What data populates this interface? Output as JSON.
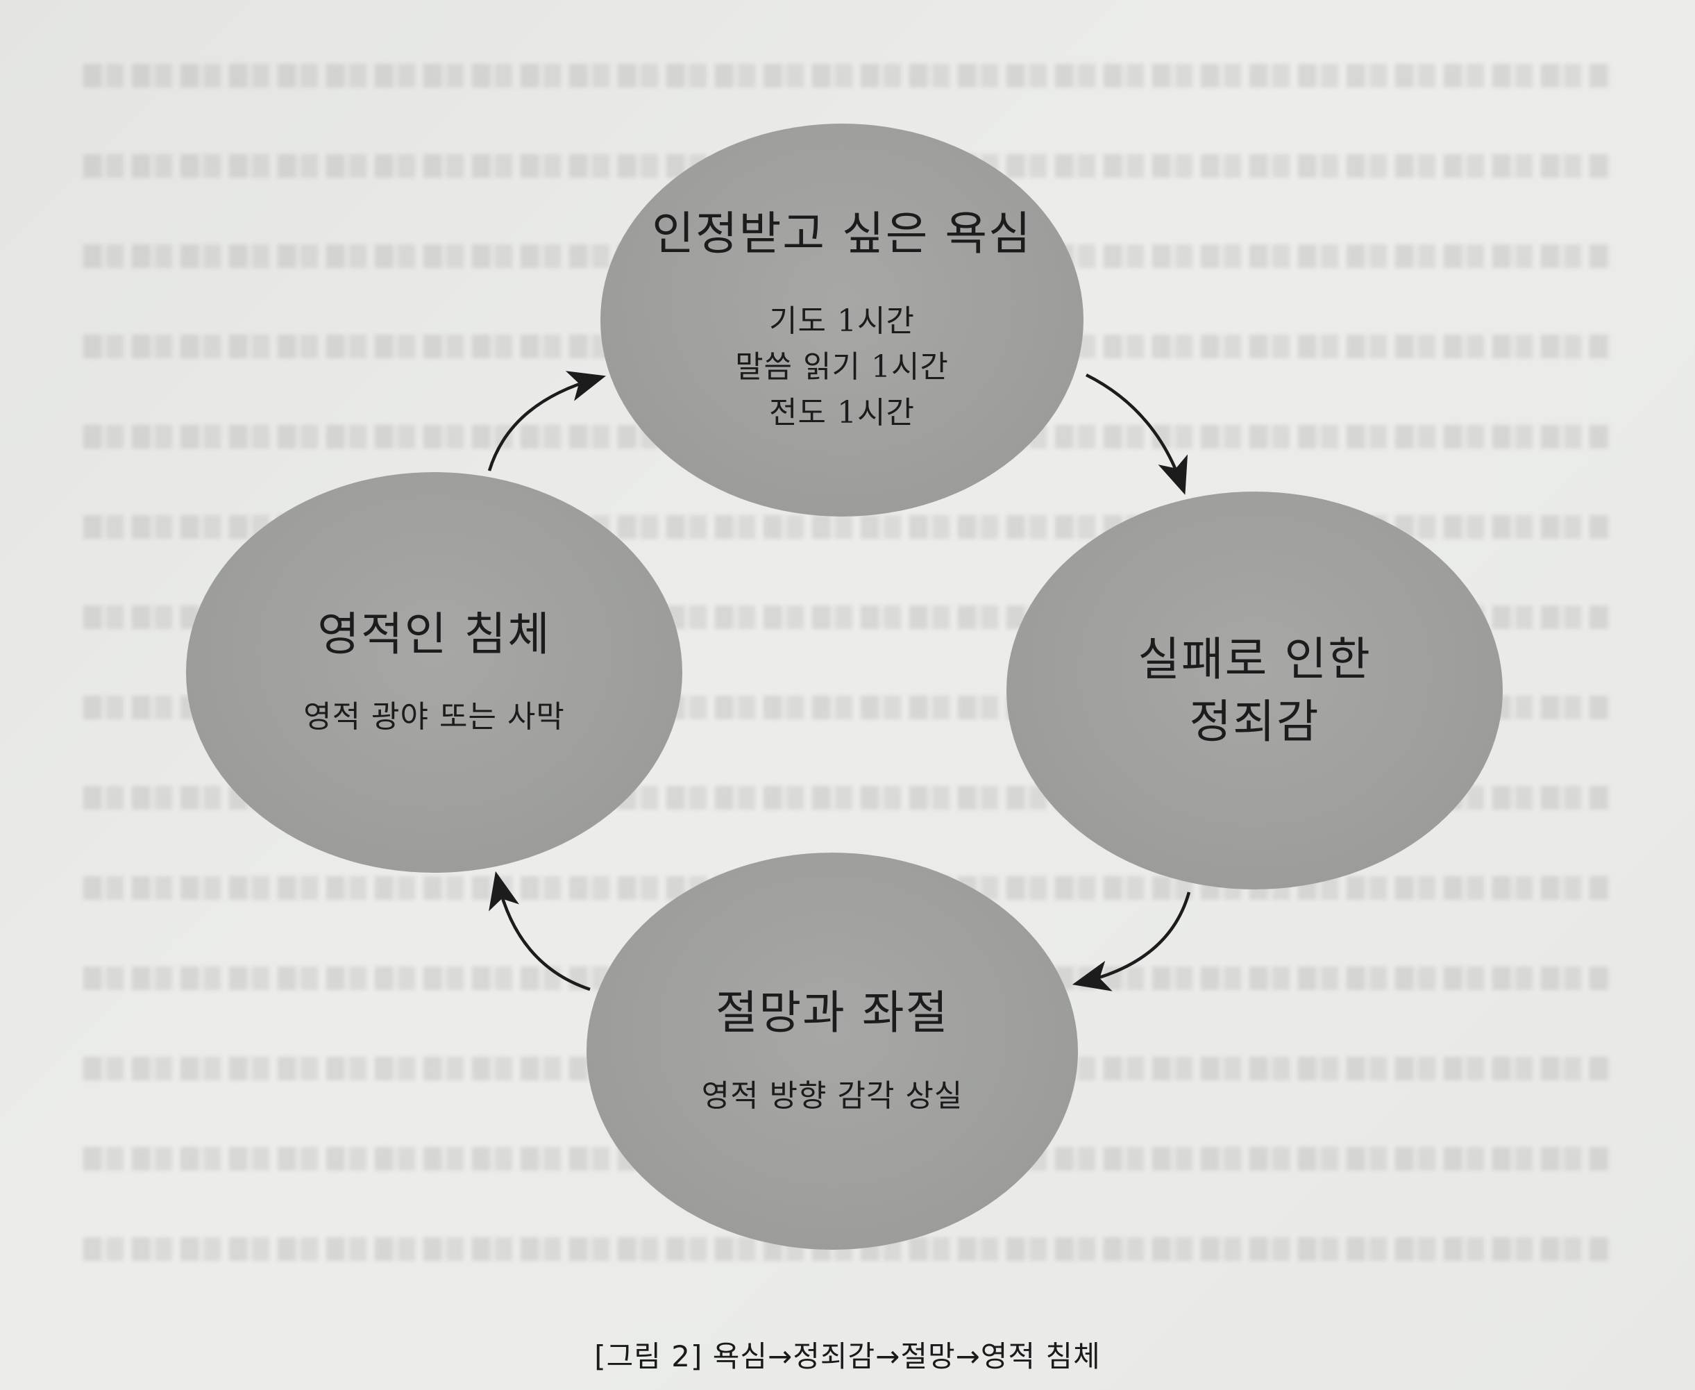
{
  "nodes": {
    "top": {
      "title": "인정받고 싶은 욕심",
      "detail": "기도 1시간\n말씀 읽기 1시간\n전도 1시간"
    },
    "right": {
      "title": "실패로 인한\n정죄감"
    },
    "bottom": {
      "title": "절망과 좌절",
      "detail": "영적 방향 감각 상실"
    },
    "left": {
      "title": "영적인 침체",
      "detail": "영적 광야 또는 사막"
    }
  },
  "caption": "[그림 2] 욕심→정죄감→절망→영적 침체",
  "colors": {
    "node_fill": "#9e9f9d",
    "arrow": "#1c1c1c",
    "page": "#e7e8e5"
  }
}
